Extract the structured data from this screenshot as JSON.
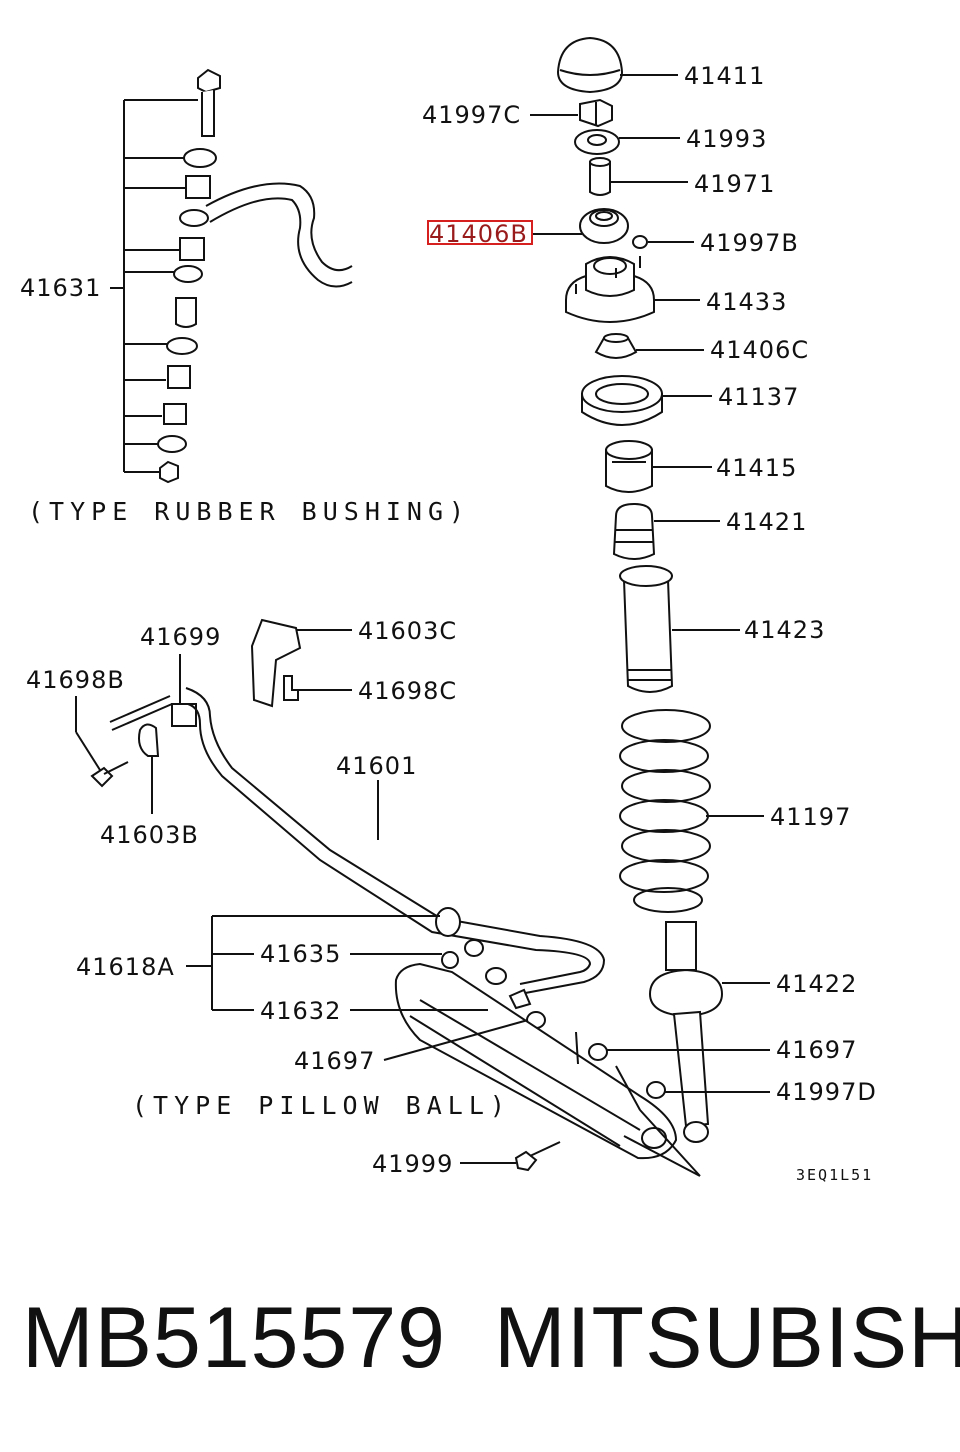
{
  "labels": {
    "p41411": "41411",
    "p41997C": "41997C",
    "p41993": "41993",
    "p41971": "41971",
    "p41406B": "41406B",
    "p41997B": "41997B",
    "p41433": "41433",
    "p41406C": "41406C",
    "p41137": "41137",
    "p41415": "41415",
    "p41421": "41421",
    "p41423": "41423",
    "p41197": "41197",
    "p41422": "41422",
    "p41697a": "41697",
    "p41997D": "41997D",
    "p41631": "41631",
    "p41699": "41699",
    "p41603C": "41603C",
    "p41698B": "41698B",
    "p41698C": "41698C",
    "p41601": "41601",
    "p41603B": "41603B",
    "p41618A": "41618A",
    "p41635": "41635",
    "p41632": "41632",
    "p41697b": "41697",
    "p41999": "41999"
  },
  "captions": {
    "rubber_bushing": "(TYPE RUBBER BUSHING)",
    "pillow_ball": "(TYPE PILLOW BALL)"
  },
  "drawing_code": "3EQ1L51",
  "highlight_color": "#d62020",
  "footer": {
    "part_number": "MB515579",
    "brand": "MITSUBISHI"
  }
}
